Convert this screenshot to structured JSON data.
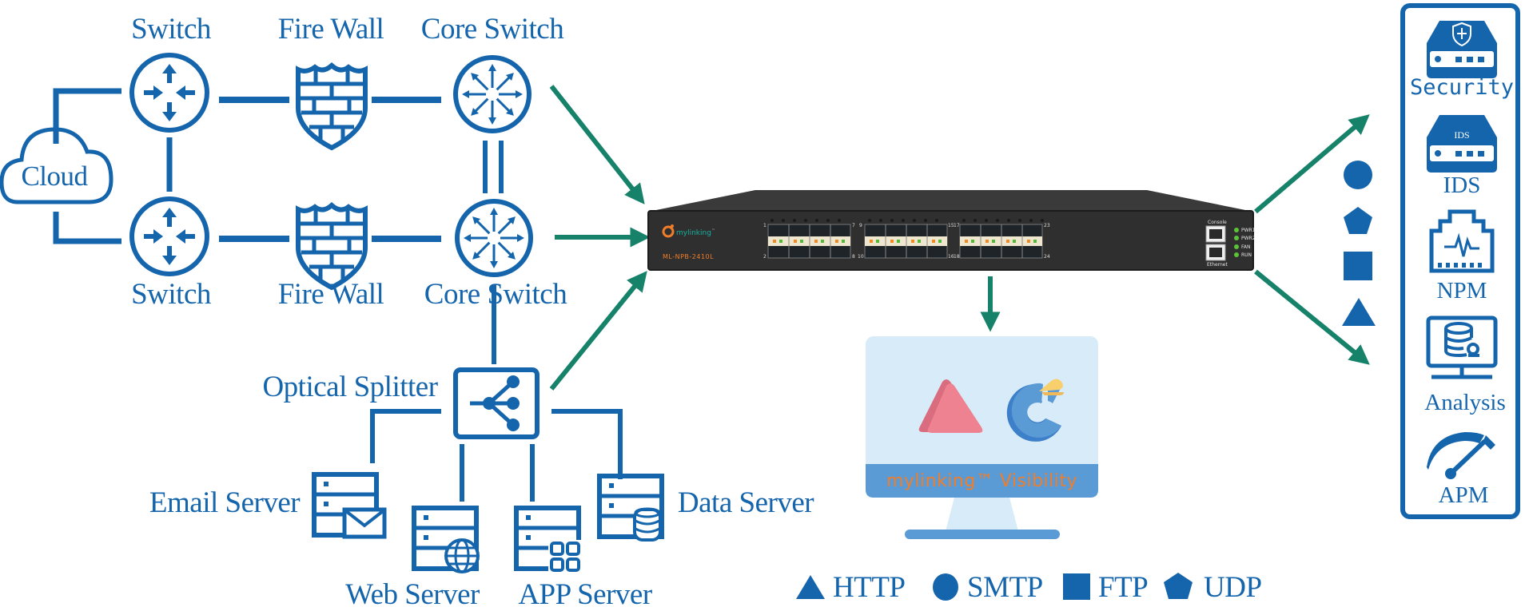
{
  "diagram": {
    "type": "network-packet-broker-topology",
    "colors": {
      "primary_blue": "#1565ad",
      "arrow_green": "#16826a",
      "device_body": "#2f2f2f",
      "monitor_screen": "#d7ebf8",
      "monitor_strip": "#5b9bd5",
      "brand_orange": "#f07d2a",
      "triangle_red": "#ec7f8c",
      "pie_blue": "#5b9bd5",
      "slice_yellow": "#f8cf6a",
      "led_green": "#5cc23a"
    },
    "network": {
      "cloud_label": "Cloud",
      "top_row": {
        "switch_label": "Switch",
        "firewall_label": "Fire Wall",
        "core_switch_label": "Core Switch"
      },
      "bottom_row": {
        "switch_label": "Switch",
        "firewall_label": "Fire Wall",
        "core_switch_label": "Core Switch"
      },
      "splitter_label": "Optical Splitter",
      "servers": [
        {
          "label": "Email Server",
          "icon": "email-server-icon"
        },
        {
          "label": "Web Server",
          "icon": "web-server-icon"
        },
        {
          "label": "APP Server",
          "icon": "app-server-icon"
        },
        {
          "label": "Data Server",
          "icon": "data-server-icon"
        }
      ]
    },
    "device": {
      "brand": "mylinking",
      "trademark": "™",
      "model": "ML-NPB-2410L",
      "port_groups": [
        {
          "top_left": "1",
          "top_right": "7",
          "bottom_left": "2",
          "bottom_right": "8"
        },
        {
          "top_left": "9",
          "top_right": "15",
          "bottom_left": "10",
          "bottom_right": "16"
        },
        {
          "top_left": "17",
          "top_right": "23",
          "bottom_left": "18",
          "bottom_right": "24"
        }
      ],
      "console_label": "Console",
      "ethernet_label": "Ethernet",
      "leds": [
        "PWR1",
        "PWR2",
        "FAN",
        "RUN"
      ]
    },
    "monitor": {
      "brand_text": "mylinking™ Visibility"
    },
    "filtered_shapes": [
      "circle",
      "pentagon",
      "square",
      "triangle"
    ],
    "tools": [
      {
        "label": "Security",
        "icon": "security-appliance-icon",
        "badge": ""
      },
      {
        "label": "IDS",
        "icon": "ids-appliance-icon",
        "badge": "IDS"
      },
      {
        "label": "NPM",
        "icon": "npm-port-icon",
        "badge": ""
      },
      {
        "label": "Analysis",
        "icon": "analysis-monitor-icon",
        "badge": ""
      },
      {
        "label": "APM",
        "icon": "apm-gauge-icon",
        "badge": ""
      }
    ],
    "legend": [
      {
        "shape": "triangle",
        "label": "HTTP"
      },
      {
        "shape": "circle",
        "label": "SMTP"
      },
      {
        "shape": "square",
        "label": "FTP"
      },
      {
        "shape": "pentagon",
        "label": "UDP"
      }
    ]
  }
}
